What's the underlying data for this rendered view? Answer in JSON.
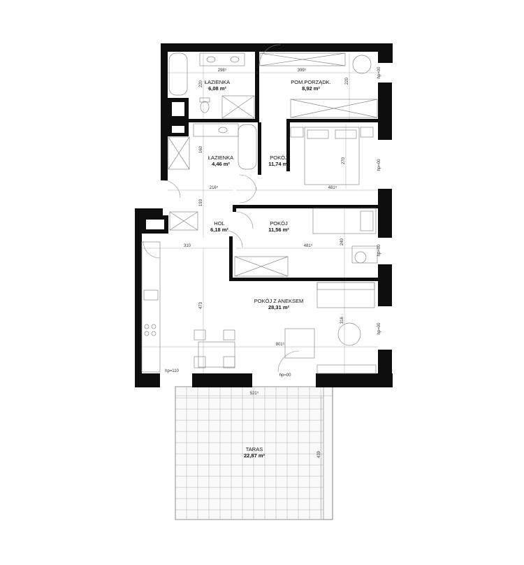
{
  "rooms": [
    {
      "id": "lazienka1",
      "name": "ŁAZIENKA",
      "area": "6,08 m²"
    },
    {
      "id": "pom",
      "name": "POM.PORZĄDK.",
      "area": "8,92 m²"
    },
    {
      "id": "lazienka2",
      "name": "ŁAZIENKA",
      "area": "4,46 m²"
    },
    {
      "id": "pokoj1",
      "name": "POKÓJ",
      "area": "11,74 m²"
    },
    {
      "id": "hol",
      "name": "HOL",
      "area": "6,18 m²"
    },
    {
      "id": "pokoj2",
      "name": "POKÓJ",
      "area": "11,56 m²"
    },
    {
      "id": "aneks",
      "name": "POKÓJ Z ANEKSEM",
      "area": "28,31 m²"
    },
    {
      "id": "taras",
      "name": "TARAS",
      "area": "22,87 m²"
    }
  ],
  "dimensions": {
    "d298": "298⁵",
    "d399": "399⁵",
    "d220a": "220",
    "d220b": "220",
    "d160": "160",
    "d270": "270",
    "d216": "216⁵",
    "d481a": "481⁵",
    "d193": "193",
    "d310": "310",
    "d481b": "481⁵",
    "d240": "240",
    "d473": "473",
    "d316": "316",
    "d801": "801⁵",
    "d521": "521⁵",
    "d439": "439"
  },
  "window_heights": {
    "hp110": "hp=110",
    "hp00_bottom": "hp=00",
    "hp00_r1": "hp=00",
    "hp00_r2": "hp=00",
    "hp00_r3": "hp=00",
    "hp00_r4": "hp=00"
  }
}
